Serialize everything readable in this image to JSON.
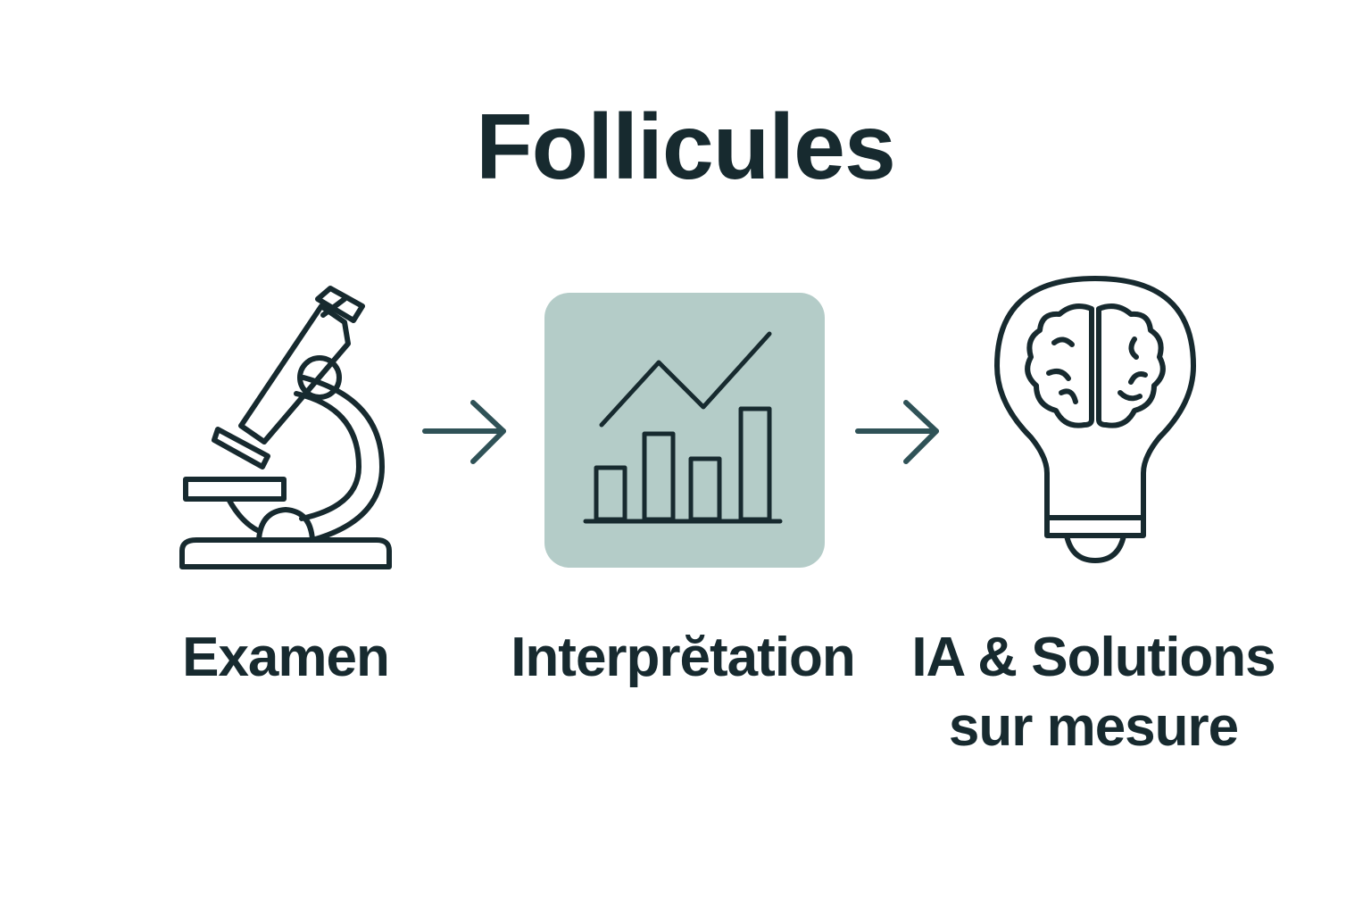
{
  "title": "Follicules",
  "steps": [
    {
      "label": "Examen",
      "icon": "microscope-icon"
    },
    {
      "label": "Interprĕtation",
      "icon": "chart-icon"
    },
    {
      "label_line1": "IA & Solutions",
      "label_line2": "sur mesure",
      "icon": "lightbulb-brain-icon"
    }
  ],
  "colors": {
    "ink": "#172a2f",
    "arrow": "#2f5257",
    "chart_box": "#b4ccc8"
  }
}
